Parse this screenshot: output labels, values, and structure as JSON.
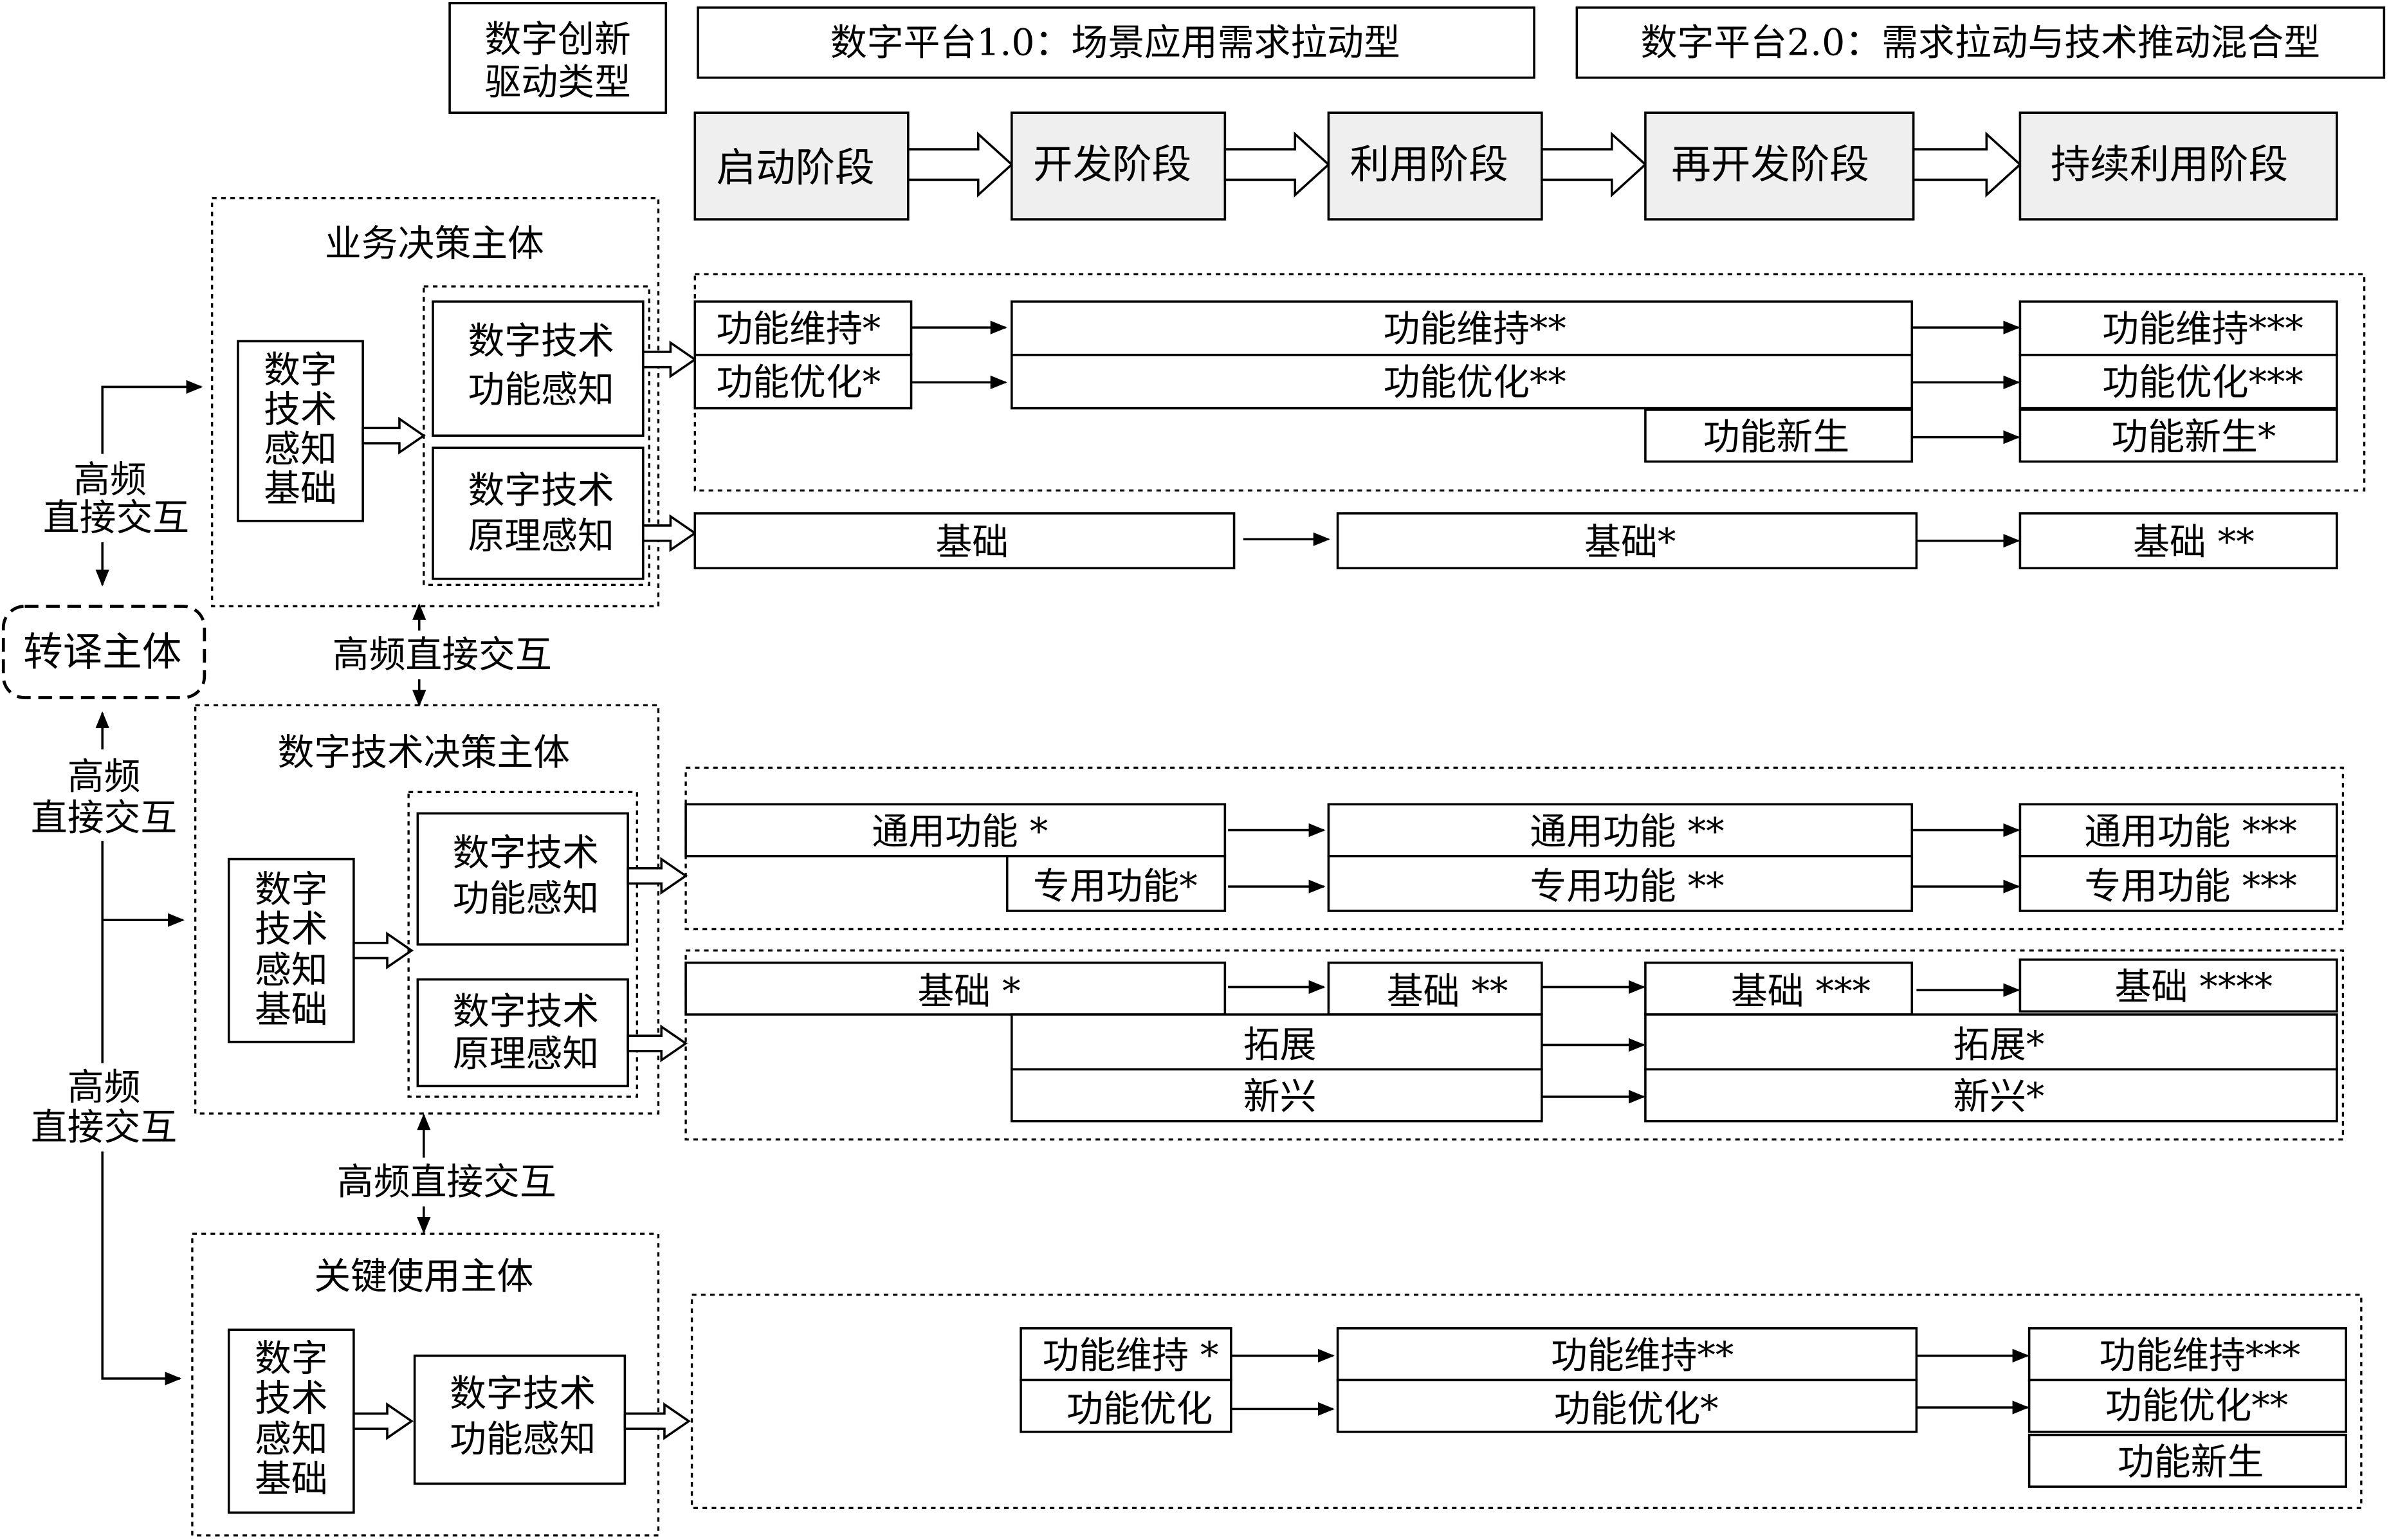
{
  "header": {
    "type_label": [
      "数字创新",
      "驱动类型"
    ],
    "platform1": "数字平台1.0：场景应用需求拉动型",
    "platform2": "数字平台2.0：需求拉动与技术推动混合型"
  },
  "stages": [
    "启动阶段",
    "开发阶段",
    "利用阶段",
    "再开发阶段",
    "持续利用阶段"
  ],
  "translator": "转译主体",
  "interaction": {
    "full": "高频直接交互",
    "line1": "高频",
    "line2": "直接交互"
  },
  "business": {
    "title": "业务决策主体",
    "basis": [
      "数字",
      "技术",
      "感知",
      "基础"
    ],
    "function_perception": [
      "数字技术",
      "功能感知"
    ],
    "principle_perception": [
      "数字技术",
      "原理感知"
    ],
    "outcomes": {
      "maintain": [
        "功能维持*",
        "功能维持**",
        "功能维持***"
      ],
      "optimize": [
        "功能优化*",
        "功能优化**",
        "功能优化***"
      ],
      "emerge": [
        "功能新生",
        "功能新生*"
      ],
      "basis": [
        "基础",
        "基础*",
        "基础 **"
      ]
    }
  },
  "tech": {
    "title": "数字技术决策主体",
    "basis": [
      "数字",
      "技术",
      "感知",
      "基础"
    ],
    "function_perception": [
      "数字技术",
      "功能感知"
    ],
    "principle_perception": [
      "数字技术",
      "原理感知"
    ],
    "outcomes": {
      "general": [
        "通用功能 *",
        "通用功能 **",
        "通用功能 ***"
      ],
      "special": [
        "专用功能*",
        "专用功能 **",
        "专用功能 ***"
      ],
      "basis": [
        "基础 *",
        "基础 **",
        "基础 ***",
        "基础 ****"
      ],
      "extension": [
        "拓展",
        "拓展*"
      ],
      "emerging": [
        "新兴",
        "新兴*"
      ]
    }
  },
  "user": {
    "title": "关键使用主体",
    "basis": [
      "数字",
      "技术",
      "感知",
      "基础"
    ],
    "function_perception": [
      "数字技术",
      "功能感知"
    ],
    "outcomes": {
      "maintain": [
        "功能维持 *",
        "功能维持**",
        "功能维持***"
      ],
      "optimize": [
        "功能优化",
        "功能优化*",
        "功能优化**"
      ],
      "emerge": [
        "功能新生"
      ]
    }
  },
  "colors": {
    "stage_fill": "#efefef",
    "stroke": "#000000",
    "background": "#ffffff"
  }
}
